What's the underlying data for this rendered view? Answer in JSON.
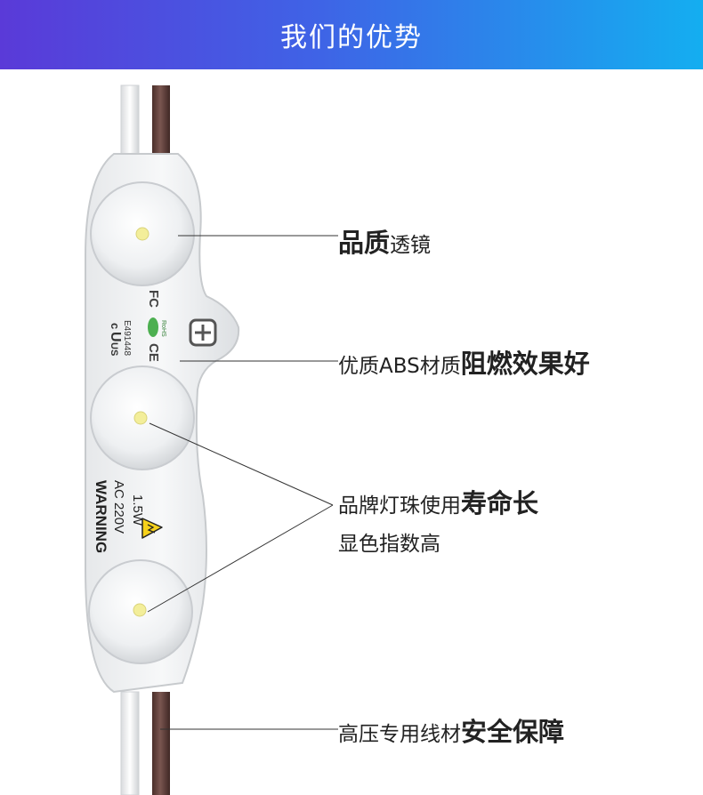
{
  "header": {
    "title": "我们的优势"
  },
  "product": {
    "certifications": {
      "ul_left": "c",
      "ul_right": "US",
      "ul_number": "E491448",
      "rohs": "RoHS"
    },
    "warning": {
      "title": "WARNING",
      "voltage": "AC 220V",
      "power": "1.5W"
    }
  },
  "callouts": {
    "lens": {
      "normal": "",
      "accent": "品质",
      "tail": "透镜"
    },
    "abs": {
      "normal": "优质ABS材质",
      "accent": "阻燃效果好"
    },
    "chip": {
      "normal": "品牌灯珠使用",
      "accent": "寿命长",
      "line2": "显色指数高"
    },
    "wire": {
      "normal": "高压专用线材",
      "accent": "安全保障"
    }
  },
  "colors": {
    "banner_start": "#5a3ad8",
    "banner_end": "#14aef0",
    "wire_brown": "#6e4a44"
  }
}
